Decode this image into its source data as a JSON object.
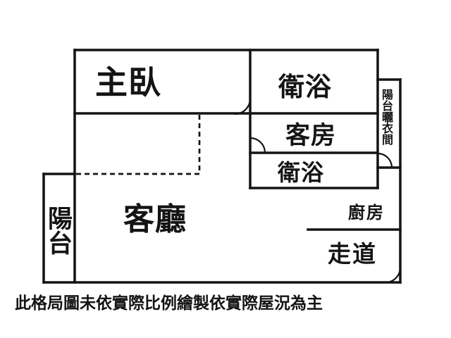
{
  "diagram": {
    "type": "apartment-floor-plan",
    "colors": {
      "background": "#ffffff",
      "line": "#141414",
      "text": "#141414"
    },
    "rooms": {
      "master_bedroom": "主臥",
      "bathroom_top": "衛浴",
      "guest_room": "客房",
      "bathroom_mid": "衛浴",
      "laundry_balcony": "陽台曬衣間",
      "living_room": "客廳",
      "balcony": "陽台",
      "kitchen": "廚房",
      "hallway": "走道"
    },
    "disclaimer": "此格局圖未依實際比例繪製依實際屋況為主"
  }
}
